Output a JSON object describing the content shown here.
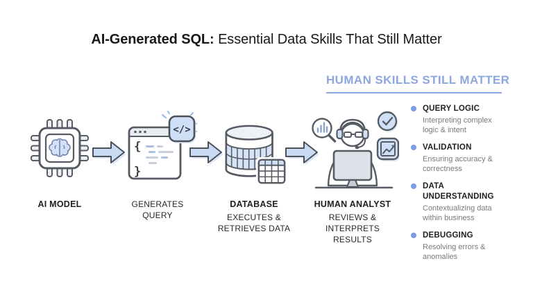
{
  "title": {
    "highlight": "AI-Generated SQL:",
    "rest": " Essential Data Skills That Still Matter"
  },
  "flow": {
    "steps": [
      {
        "icon": "ai-chip-icon",
        "name": "AI MODEL",
        "sub": ""
      },
      {
        "icon": "code-window-icon",
        "name": "",
        "sub": "GENERATES\nQUERY"
      },
      {
        "icon": "database-icon",
        "name": "DATABASE",
        "sub": "EXECUTES &\nRETRIEVES DATA"
      },
      {
        "icon": "human-analyst-icon",
        "name": "HUMAN ANALYST",
        "sub": "REVIEWS &\nINTERPRETS\nRESULTS"
      }
    ],
    "arrow_icon": "arrow-right-icon"
  },
  "skills": {
    "heading": "HUMAN SKILLS STILL MATTER",
    "items": [
      {
        "label": "QUERY LOGIC",
        "desc": "Interpreting complex\nlogic & intent"
      },
      {
        "label": "VALIDATION",
        "desc": "Ensuring accuracy &\ncorrectness"
      },
      {
        "label": "DATA UNDERSTANDING",
        "desc": "Contextualizing data\nwithin business"
      },
      {
        "label": "DEBUGGING",
        "desc": "Resolving errors &\nanomalies"
      }
    ]
  },
  "colors": {
    "accent_heading": "#8CA7E0",
    "bullet": "#7D9BE3",
    "icon_fill": "#CFE0F6",
    "arrow_fill": "#C9DAF3",
    "outline": "#565B63",
    "text_dark": "#202124",
    "text_gray": "#7A7A7A"
  }
}
